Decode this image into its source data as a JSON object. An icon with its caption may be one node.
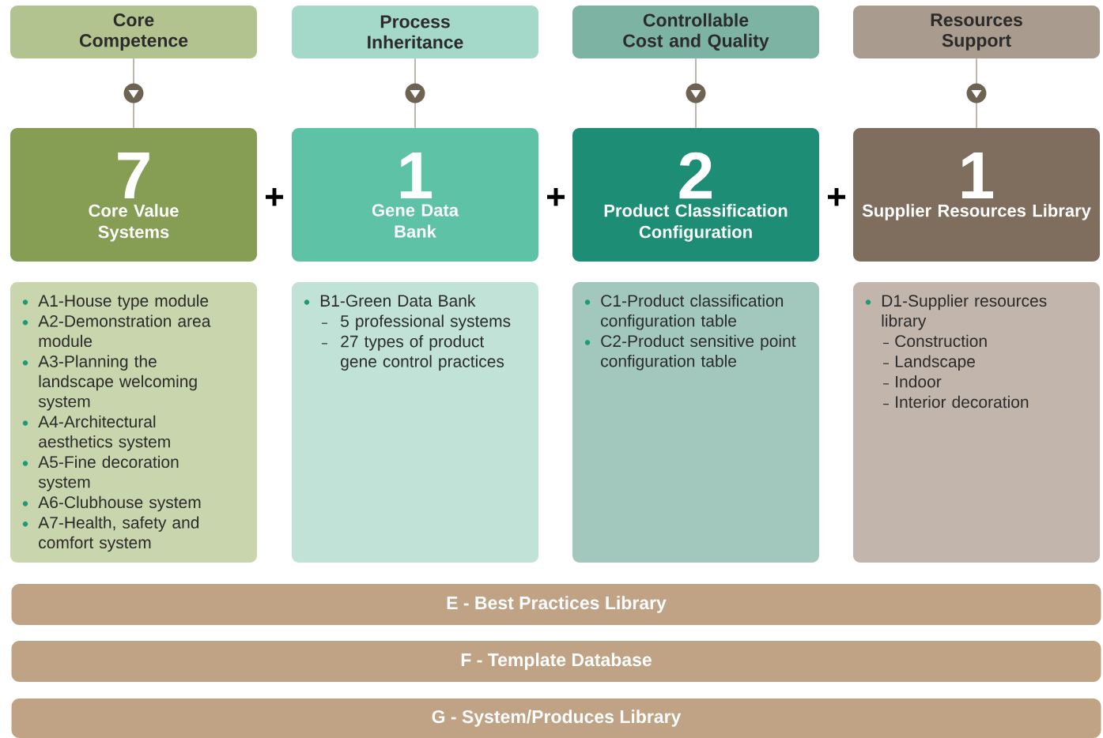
{
  "diagram": {
    "nodes": [
      {
        "text": [
          "Core Competence"
        ]
      },
      {
        "text": [
          "Process Inheritance"
        ]
      },
      {
        "text": [
          "Controllable Cost and Quality"
        ]
      },
      {
        "text": [
          "Resources Support"
        ]
      },
      {
        "text": [
          "7",
          "Core Value Systems"
        ]
      },
      {
        "text": [
          "1",
          "Gene Data Bank"
        ]
      },
      {
        "text": [
          "2",
          "Product Classification Configuration"
        ]
      },
      {
        "text": [
          "1",
          "Supplier Resources Library"
        ]
      },
      {
        "text": [
          "A1-House type module",
          "A2-Demonstration area module",
          "A3-Planning the landscape welcoming system",
          "A4-Architectural aesthetics system",
          "A5-Fine decoration system",
          "A6-Clubhouse system",
          "A7-Health, safety and comfort system"
        ]
      },
      {
        "text": [
          "B1-Green Data Bank",
          "5 professional systems",
          "27 types of product gene control practices"
        ]
      },
      {
        "text": [
          "C1-Product classification configuration table",
          "C2-Product sensitive point configuration table"
        ]
      },
      {
        "text": [
          "D1-Supplier resources library",
          "Construction",
          "Landscape",
          "Indoor",
          "Interior decoration"
        ]
      },
      {
        "text": [
          "E - Best Practices Library"
        ]
      },
      {
        "text": [
          "F - Template Database"
        ]
      },
      {
        "text": [
          "G - System/Produces Library"
        ]
      }
    ],
    "edges": [
      {
        "from": 0,
        "to": 4,
        "arrow": "to"
      },
      {
        "from": 1,
        "to": 5,
        "arrow": "to"
      },
      {
        "from": 2,
        "to": 6,
        "arrow": "to"
      },
      {
        "from": 3,
        "to": 7,
        "arrow": "to"
      }
    ],
    "labels": [
      "+",
      "+",
      "+"
    ]
  }
}
